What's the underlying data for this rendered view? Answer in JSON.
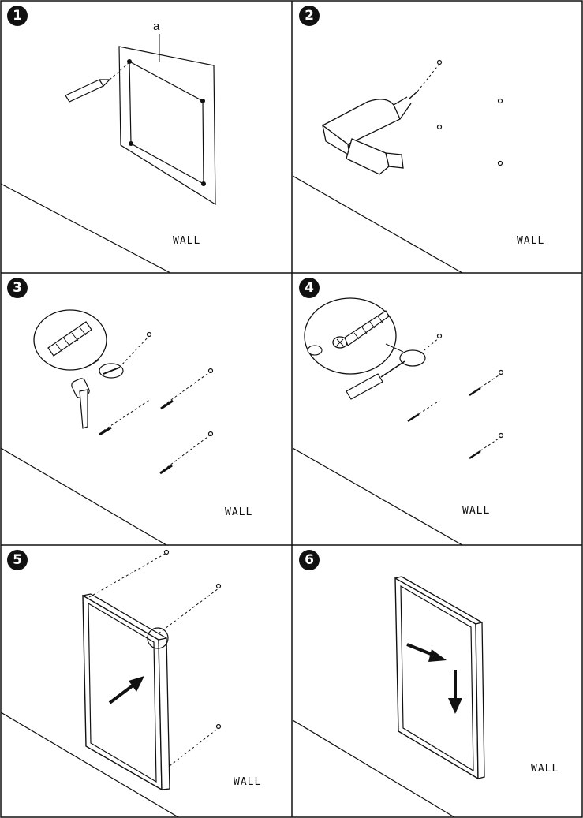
{
  "steps": [
    {
      "number": "1",
      "wall_label": "WALL",
      "callout": "a"
    },
    {
      "number": "2",
      "wall_label": "WALL"
    },
    {
      "number": "3",
      "wall_label": "WALL"
    },
    {
      "number": "4",
      "wall_label": "WALL"
    },
    {
      "number": "5",
      "wall_label": "WALL"
    },
    {
      "number": "6",
      "wall_label": "WALL"
    }
  ],
  "colors": {
    "line": "#111111",
    "paper": "#ffffff"
  }
}
